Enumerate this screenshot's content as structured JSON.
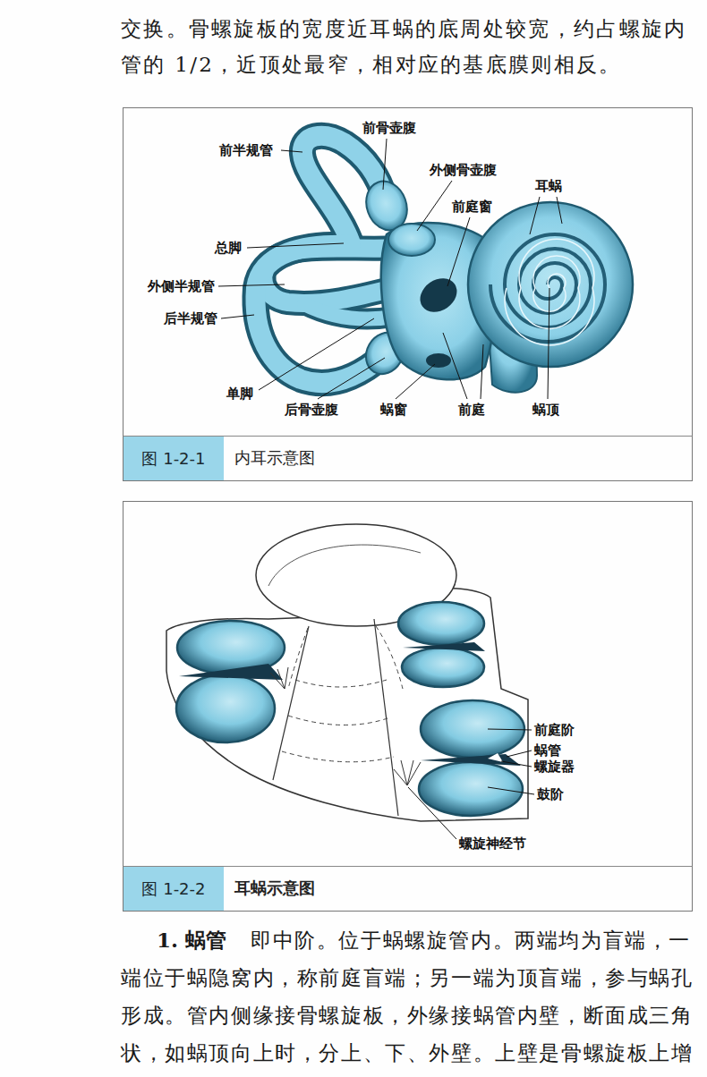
{
  "diagram": {
    "nodes": [
      {
        "text": [
          "图 1-2-1"
        ]
      },
      {
        "text": [
          "图 1-2-2"
        ]
      }
    ],
    "labels": [
      "交换。骨螺旋板的宽度近耳蜗的底周处较宽，约占螺旋内管的 1/2，近顶处最窄，相对应的基底膜则相反。",
      "前骨壶腹",
      "前半规管",
      "外侧骨壶腹",
      "耳蜗",
      "前庭窗",
      "总脚",
      "外侧半规管",
      "后半规管",
      "单脚",
      "后骨壶腹",
      "蜗窗",
      "前庭",
      "蜗顶",
      "内耳示意图",
      "前庭阶",
      "蜗管",
      "螺旋器",
      "鼓阶",
      "螺旋神经节",
      "耳蜗示意图",
      "1. 蜗管",
      "即中阶。位于蜗螺旋管内。两端均为盲端，一端位于蜗隐窝内，称前庭盲端；另一端为顶盲端，参与蜗孔形成。管内侧缘接骨螺旋板，外缘接蜗管内壁，断面成三角状，如蜗顶向上时，分上、下、外壁。上壁是骨螺旋板上增"
    ]
  }
}
